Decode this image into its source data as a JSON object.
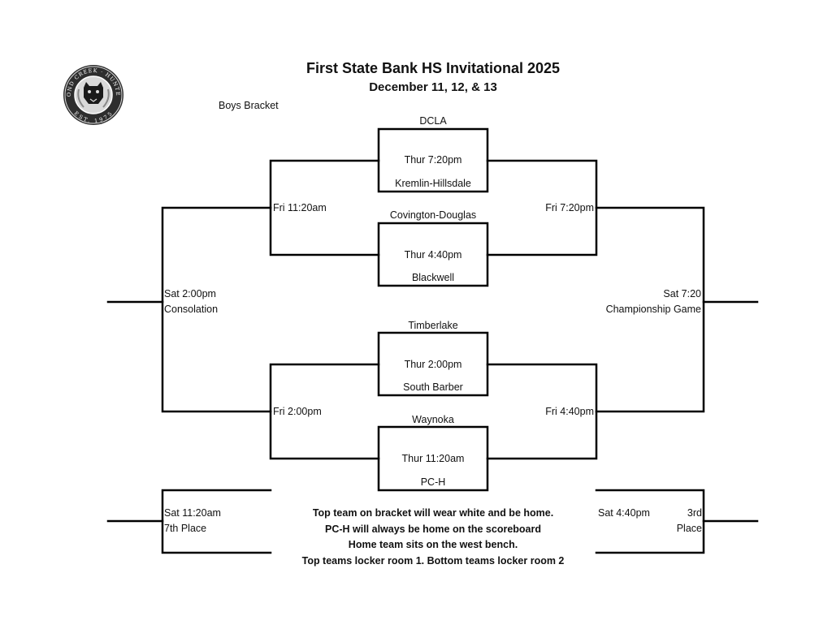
{
  "header": {
    "title": "First State Bank HS Invitational 2025",
    "dates": "December 11, 12, & 13",
    "bracket_label": "Boys Bracket"
  },
  "logo": {
    "name": "pond-creek-hunter-seal",
    "top_text": "POND CREEK",
    "right_text": "HUNTER",
    "bottom_text": "EST. 1975"
  },
  "first_round": [
    {
      "team_top": "DCLA",
      "time": "Thur 7:20pm",
      "team_bottom": "Kremlin-Hillsdale"
    },
    {
      "team_top": "Covington-Douglas",
      "time": "Thur 4:40pm",
      "team_bottom": "Blackwell"
    },
    {
      "team_top": "Timberlake",
      "time": "Thur 2:00pm",
      "team_bottom": "South Barber"
    },
    {
      "team_top": "Waynoka",
      "time": "Thur 11:20am",
      "team_bottom": "PC-H"
    }
  ],
  "second_round": {
    "losers_top": "Fri 11:20am",
    "winners_top": "Fri 7:20pm",
    "losers_bottom": "Fri 2:00pm",
    "winners_bottom": "Fri 4:40pm"
  },
  "finals": {
    "consolation_time": "Sat 2:00pm",
    "consolation_label": "Consolation",
    "championship_time": "Sat 7:20",
    "championship_label": "Championship Game",
    "seventh_time": "Sat 11:20am",
    "seventh_label": "7th Place",
    "third_time": "Sat 4:40pm",
    "third_label_1": "3rd",
    "third_label_2": "Place"
  },
  "notes": [
    "Top team on bracket will wear white and be home.",
    "PC-H will always be home on the scoreboard",
    "Home team sits on the west bench.",
    "Top teams locker room 1.  Bottom teams locker room 2"
  ]
}
